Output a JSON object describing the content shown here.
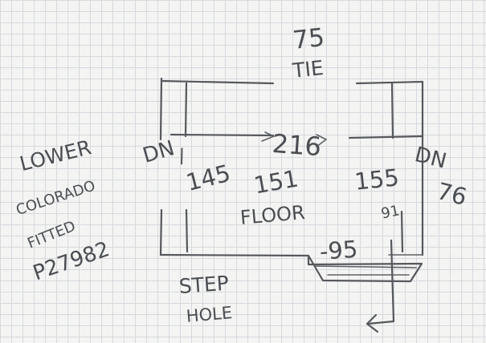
{
  "sketch": {
    "top_dimension": "75",
    "top_word": "TIE",
    "width_dimension": "216",
    "left_down_top": "DN",
    "left_down_bottom": "/",
    "right_down_top": "DN",
    "right_down_bottom": "76",
    "left_note_line1": "LOWER",
    "left_note_line2": "COLORADO",
    "left_note_line3": "FITTED",
    "left_note_line4": "P27982",
    "left_height": "145",
    "center_height": "151",
    "right_height": "155",
    "floor_label": "FLOOR",
    "small_note": "91",
    "step_dimension": "-95",
    "step_label_line1": "STEP",
    "step_label_line2": "HOLE"
  }
}
